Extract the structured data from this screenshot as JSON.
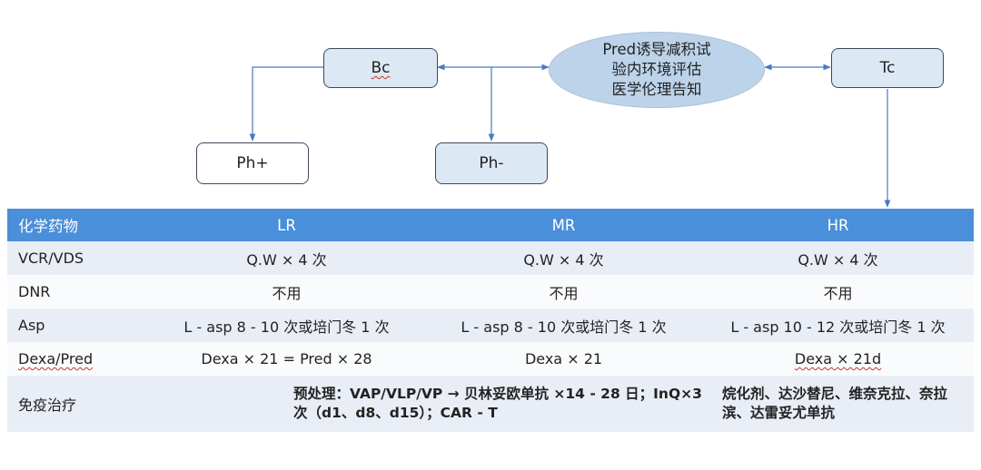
{
  "flow": {
    "bc": "Bc",
    "tc": "Tc",
    "ph_pos": "Ph+",
    "ph_neg": "Ph-",
    "center_lines": [
      "Pred诱导减积试",
      "验内环境评估",
      "医学伦理告知"
    ]
  },
  "table": {
    "headers": [
      "化学药物",
      "LR",
      "MR",
      "HR"
    ],
    "rows": [
      {
        "drug": "VCR/VDS",
        "lr": "Q.W × 4 次",
        "mr": "Q.W × 4 次",
        "hr": "Q.W × 4 次"
      },
      {
        "drug": "DNR",
        "lr": "不用",
        "mr": "不用",
        "hr": "不用"
      },
      {
        "drug": "Asp",
        "lr": "L - asp 8 - 10 次或培门冬 1 次",
        "mr": "L - asp 8 - 10 次或培门冬 1 次",
        "hr": "L - asp 10 - 12 次或培门冬 1 次"
      },
      {
        "drug": "Dexa/Pred",
        "lr": "Dexa × 21 = Pred × 28",
        "mr": "Dexa × 21",
        "hr": "Dexa × 21d"
      }
    ],
    "immune": {
      "drug": "免疫治疗",
      "lr_mr": "预处理：VAP/VLP/VP → 贝林妥欧单抗 ×14 - 28 日；InQ×3 次（d1、d8、d15）；CAR - T",
      "hr": "烷化剂、达沙替尼、维奈克拉、奈拉滨、达雷妥尤单抗"
    }
  },
  "colors": {
    "header_bg": "#4a8fd9",
    "row_odd": "#e9eef6",
    "row_even": "#f9fbfd",
    "node_fill": "#dde8f5",
    "ellipse_fill": "#bcd3ea",
    "connector": "#4a78c2"
  }
}
